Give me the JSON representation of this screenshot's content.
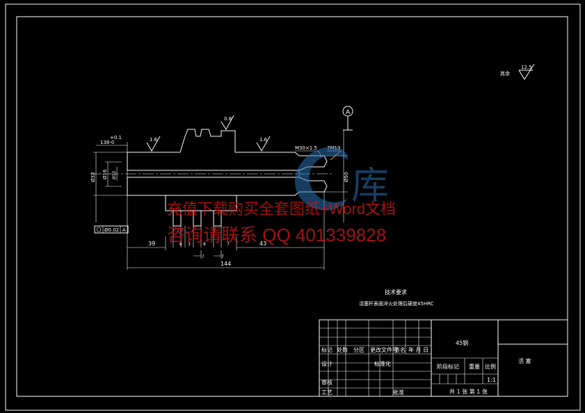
{
  "drawing": {
    "part_name": "活 塞",
    "material": "45钢",
    "roughness_remaining": "其余",
    "roughness_remaining_value": "12.5",
    "datum_label": "A",
    "roughness_values": [
      "1.6",
      "0.8",
      "1.6"
    ],
    "thread_note": "M30×1.5",
    "thread_note2": "7M13",
    "dims": {
      "d39": "39",
      "d43": "43",
      "d144": "144",
      "d6": "6",
      "d3": "3",
      "d8": "8",
      "d7": "7",
      "tol_top": "+0.1",
      "d138": "138-0",
      "d32": "Ø32",
      "d16": "Ø16",
      "d12": "Ø12",
      "d50": "Ø50",
      "groove_a": "7",
      "groove_b": "7",
      "runout": "Ø0.02",
      "runout_ref": "A"
    },
    "tech_req_title": "技术要求",
    "tech_req_text": "活塞杆表面淬火处理后硬度45HRC",
    "title_block": {
      "r_mark": "标记",
      "r_count": "处数",
      "r_zone": "分区",
      "r_docno": "更改文件号",
      "r_sign": "签名",
      "r_date": "年 月 日",
      "r_design": "设计",
      "r_std": "标准化",
      "r_stage": "阶段标记",
      "r_weight": "重量",
      "r_scale": "比例",
      "r_review": "审核",
      "r_process": "工艺",
      "r_approve": "批准",
      "scale_value": "1:1",
      "sheets": "共 1 张  第 1 张"
    }
  },
  "watermark": {
    "line1": "充值下载购买全套图纸+Word文档",
    "line2": "咨询请联系 QQ 401339828",
    "logo_char": "库"
  },
  "colors": {
    "background": "#000000",
    "lines": "#ffffff",
    "watermark": "#d01818",
    "logo": "#2a6fb0"
  }
}
